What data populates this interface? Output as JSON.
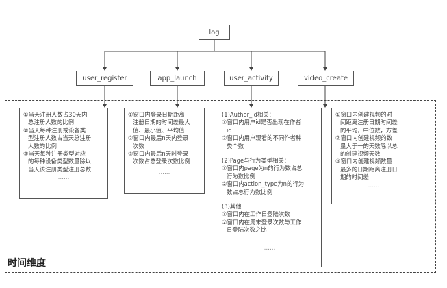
{
  "root": {
    "label": "log"
  },
  "categories": [
    {
      "label": "user_register"
    },
    {
      "label": "app_launch"
    },
    {
      "label": "user_activity"
    },
    {
      "label": "video_create"
    }
  ],
  "frame_label": "时间维度",
  "details": {
    "user_register": [
      "①当天注册人数占30天内",
      "总注册人数的比例",
      "②当天每种注册或设备类",
      "型注册人数占当天总注册",
      "人数的比例",
      "③当天每种注册类型对应",
      "的每种设备类型数量除以",
      "当天该注册类型注册总数",
      "……"
    ],
    "app_launch": [
      "①窗口内登录日期距离",
      "注册日期的时间差最大",
      "值、最小值、平均值",
      "②窗口内最后n天内登录",
      "次数",
      "③窗口内最后n天时登录",
      "次数占总登录次数比例",
      "……"
    ],
    "user_activity": {
      "section1_title": "(1)Author_id相关：",
      "section1_items": [
        "①窗口内用户id是否出现在作者",
        "id",
        "②窗口内用户观看的不同作者种",
        "类个数"
      ],
      "section2_title": "(2)Page与行为类型相关：",
      "section2_items": [
        "①窗口内page为n的行为数占总",
        "行为数比例",
        "②窗口内action_type为n的行为",
        "数占总行为数比例"
      ],
      "section3_title": "(3)其他",
      "section3_items": [
        "①窗口内在工作日登陆次数",
        "②窗口内在周末登录次数与工作",
        "日登陆次数之比"
      ],
      "ellipsis": "……"
    },
    "video_create": [
      "①窗口内创建视频的时",
      "间距离注册日期时间差",
      "的平均，中位数，方差",
      "②窗口内创建视频的数",
      "量大于一的天数除以总",
      "的创建视频天数",
      "③窗口内创建视频数量",
      "最多的日期距离注册日",
      "期的时间差",
      "……"
    ]
  }
}
